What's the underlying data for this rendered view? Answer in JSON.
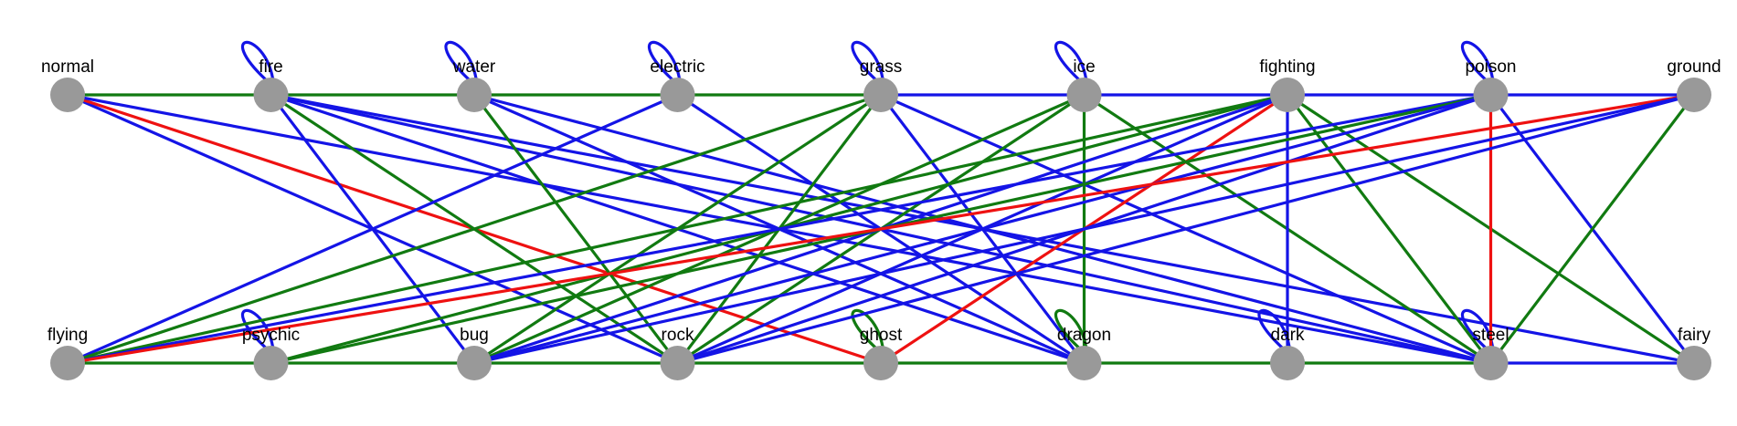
{
  "colors": {
    "node": "#999999",
    "edge_green": "#117a11",
    "edge_blue": "#1414e6",
    "edge_red": "#ee1111"
  },
  "nodes": [
    {
      "id": "normal",
      "label": "normal"
    },
    {
      "id": "fire",
      "label": "fire"
    },
    {
      "id": "water",
      "label": "water"
    },
    {
      "id": "electric",
      "label": "electric"
    },
    {
      "id": "grass",
      "label": "grass"
    },
    {
      "id": "ice",
      "label": "ice"
    },
    {
      "id": "fighting",
      "label": "fighting"
    },
    {
      "id": "poison",
      "label": "poison"
    },
    {
      "id": "ground",
      "label": "ground"
    },
    {
      "id": "flying",
      "label": "flying"
    },
    {
      "id": "psychic",
      "label": "psychic"
    },
    {
      "id": "bug",
      "label": "bug"
    },
    {
      "id": "rock",
      "label": "rock"
    },
    {
      "id": "ghost",
      "label": "ghost"
    },
    {
      "id": "dragon",
      "label": "dragon"
    },
    {
      "id": "dark",
      "label": "dark"
    },
    {
      "id": "steel",
      "label": "steel"
    },
    {
      "id": "fairy",
      "label": "fairy"
    }
  ],
  "edges": [
    {
      "s": "normal",
      "t": "fire",
      "c": "green"
    },
    {
      "s": "fire",
      "t": "water",
      "c": "green"
    },
    {
      "s": "water",
      "t": "electric",
      "c": "green"
    },
    {
      "s": "electric",
      "t": "grass",
      "c": "green"
    },
    {
      "s": "grass",
      "t": "ice",
      "c": "blue"
    },
    {
      "s": "ice",
      "t": "fighting",
      "c": "blue"
    },
    {
      "s": "fighting",
      "t": "poison",
      "c": "blue"
    },
    {
      "s": "poison",
      "t": "ground",
      "c": "blue"
    },
    {
      "s": "flying",
      "t": "psychic",
      "c": "green"
    },
    {
      "s": "psychic",
      "t": "bug",
      "c": "green"
    },
    {
      "s": "bug",
      "t": "rock",
      "c": "green"
    },
    {
      "s": "rock",
      "t": "ghost",
      "c": "green"
    },
    {
      "s": "ghost",
      "t": "dragon",
      "c": "green"
    },
    {
      "s": "dragon",
      "t": "dark",
      "c": "green"
    },
    {
      "s": "dark",
      "t": "steel",
      "c": "green"
    },
    {
      "s": "steel",
      "t": "fairy",
      "c": "blue"
    },
    {
      "s": "fire",
      "t": "fire",
      "c": "blue"
    },
    {
      "s": "water",
      "t": "water",
      "c": "blue"
    },
    {
      "s": "electric",
      "t": "electric",
      "c": "blue"
    },
    {
      "s": "grass",
      "t": "grass",
      "c": "blue"
    },
    {
      "s": "ice",
      "t": "ice",
      "c": "blue"
    },
    {
      "s": "poison",
      "t": "poison",
      "c": "blue"
    },
    {
      "s": "psychic",
      "t": "psychic",
      "c": "blue"
    },
    {
      "s": "ghost",
      "t": "ghost",
      "c": "green"
    },
    {
      "s": "dragon",
      "t": "dragon",
      "c": "green"
    },
    {
      "s": "dark",
      "t": "dark",
      "c": "blue"
    },
    {
      "s": "steel",
      "t": "steel",
      "c": "blue"
    },
    {
      "s": "normal",
      "t": "rock",
      "c": "blue"
    },
    {
      "s": "normal",
      "t": "ghost",
      "c": "red"
    },
    {
      "s": "normal",
      "t": "steel",
      "c": "blue"
    },
    {
      "s": "fire",
      "t": "bug",
      "c": "blue"
    },
    {
      "s": "fire",
      "t": "rock",
      "c": "green"
    },
    {
      "s": "fire",
      "t": "dragon",
      "c": "blue"
    },
    {
      "s": "fire",
      "t": "steel",
      "c": "blue"
    },
    {
      "s": "fire",
      "t": "fairy",
      "c": "blue"
    },
    {
      "s": "water",
      "t": "rock",
      "c": "green"
    },
    {
      "s": "water",
      "t": "dragon",
      "c": "blue"
    },
    {
      "s": "water",
      "t": "steel",
      "c": "blue"
    },
    {
      "s": "electric",
      "t": "flying",
      "c": "blue"
    },
    {
      "s": "electric",
      "t": "dragon",
      "c": "blue"
    },
    {
      "s": "grass",
      "t": "flying",
      "c": "green"
    },
    {
      "s": "grass",
      "t": "bug",
      "c": "green"
    },
    {
      "s": "grass",
      "t": "rock",
      "c": "green"
    },
    {
      "s": "grass",
      "t": "dragon",
      "c": "blue"
    },
    {
      "s": "grass",
      "t": "steel",
      "c": "blue"
    },
    {
      "s": "ice",
      "t": "bug",
      "c": "green"
    },
    {
      "s": "ice",
      "t": "rock",
      "c": "green"
    },
    {
      "s": "ice",
      "t": "dragon",
      "c": "green"
    },
    {
      "s": "ice",
      "t": "steel",
      "c": "green"
    },
    {
      "s": "fighting",
      "t": "flying",
      "c": "green"
    },
    {
      "s": "fighting",
      "t": "psychic",
      "c": "green"
    },
    {
      "s": "fighting",
      "t": "bug",
      "c": "blue"
    },
    {
      "s": "fighting",
      "t": "rock",
      "c": "blue"
    },
    {
      "s": "fighting",
      "t": "ghost",
      "c": "red"
    },
    {
      "s": "fighting",
      "t": "dark",
      "c": "blue"
    },
    {
      "s": "fighting",
      "t": "steel",
      "c": "green"
    },
    {
      "s": "fighting",
      "t": "fairy",
      "c": "green"
    },
    {
      "s": "poison",
      "t": "flying",
      "c": "blue"
    },
    {
      "s": "poison",
      "t": "psychic",
      "c": "green"
    },
    {
      "s": "poison",
      "t": "bug",
      "c": "blue"
    },
    {
      "s": "poison",
      "t": "rock",
      "c": "blue"
    },
    {
      "s": "poison",
      "t": "steel",
      "c": "red"
    },
    {
      "s": "poison",
      "t": "fairy",
      "c": "blue"
    },
    {
      "s": "ground",
      "t": "flying",
      "c": "red"
    },
    {
      "s": "ground",
      "t": "bug",
      "c": "blue"
    },
    {
      "s": "ground",
      "t": "rock",
      "c": "blue"
    },
    {
      "s": "ground",
      "t": "steel",
      "c": "green"
    }
  ]
}
